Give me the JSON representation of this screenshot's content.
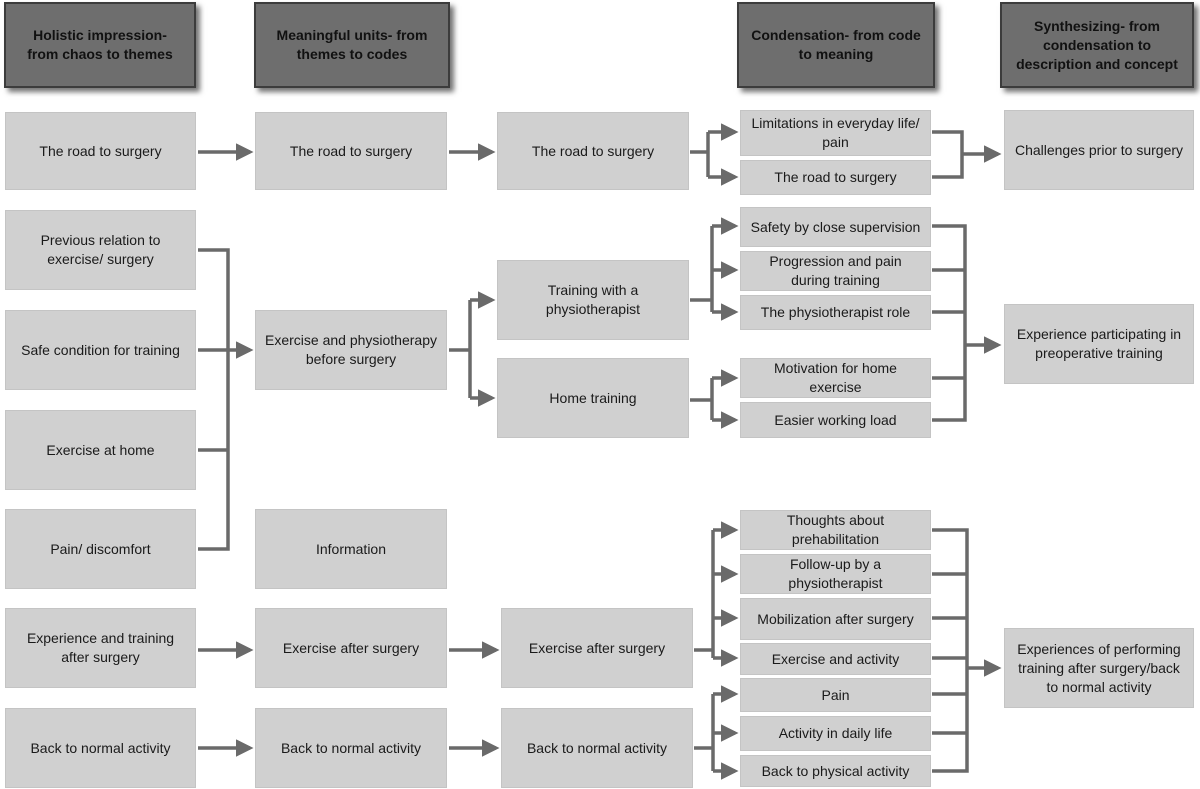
{
  "headers": [
    "Holistic impression- from chaos to themes",
    "Meaningful units- from themes to codes",
    "Condensation- from code to meaning",
    "Synthesizing- from condensation to description and concept"
  ],
  "col1": [
    "The road to surgery",
    "Previous relation to exercise/ surgery",
    "Safe condition for training",
    "Exercise at home",
    "Pain/ discomfort",
    "Experience and training after surgery",
    "Back to normal activity"
  ],
  "col2": [
    "The road to surgery",
    "Exercise and physiotherapy before surgery",
    "Information",
    "Exercise after surgery",
    "Back to normal activity"
  ],
  "col3": [
    "The road to surgery",
    "Training with a physiotherapist",
    "Home training",
    "Exercise after surgery",
    "Back to normal activity"
  ],
  "col4": [
    "Limitations in everyday life/ pain",
    "The road to surgery",
    "Safety by close supervision",
    "Progression and pain during training",
    "The physiotherapist role",
    "Motivation for home exercise",
    "Easier working load",
    "Thoughts about prehabilitation",
    "Follow-up by a physiotherapist",
    "Mobilization after surgery",
    "Exercise and activity",
    "Pain",
    "Activity in daily life",
    "Back to physical activity"
  ],
  "col5": [
    "Challenges prior to surgery",
    "Experience participating in preoperative training",
    "Experiences of performing training after surgery/back to normal activity"
  ],
  "colors": {
    "header_fill": "#6e6e6e",
    "box_fill": "#d0d0d0",
    "connector": "#6a6a6a"
  }
}
